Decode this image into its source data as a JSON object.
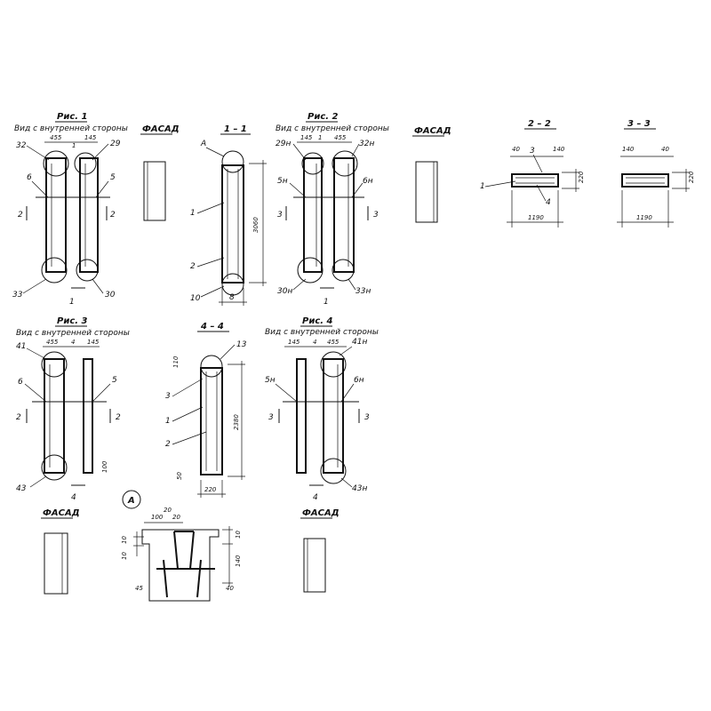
{
  "fig1": {
    "title": "Рис. 1",
    "subtitle": "Вид с внутренней стороны",
    "facade": "ФАСАД",
    "dims": [
      "455",
      "145",
      "1"
    ],
    "marks": [
      "32",
      "29",
      "6",
      "5",
      "2",
      "2",
      "33",
      "30",
      "1"
    ]
  },
  "sec11": {
    "title": "1 – 1",
    "marks": [
      "A",
      "1",
      "2",
      "10",
      "8"
    ],
    "height": "3060"
  },
  "fig2": {
    "title": "Рис. 2",
    "subtitle": "Вид с внутренней стороны",
    "facade": "ФАСАД",
    "dims": [
      "145",
      "1",
      "455"
    ],
    "marks": [
      "29н",
      "32н",
      "5н",
      "6н",
      "3",
      "3",
      "30н",
      "33н",
      "1"
    ]
  },
  "sec22": {
    "title": "2 – 2",
    "marks": [
      "40",
      "3",
      "140",
      "1",
      "4"
    ],
    "width": "1190",
    "depth": "220"
  },
  "sec33": {
    "title": "3 – 3",
    "marks": [
      "140",
      "40"
    ],
    "width": "1190",
    "depth": "220"
  },
  "fig3": {
    "title": "Рис. 3",
    "subtitle": "Вид с внутренней стороны",
    "facade": "ФАСАД",
    "dims": [
      "455",
      "4",
      "145"
    ],
    "marks": [
      "41",
      "6",
      "5",
      "2",
      "2",
      "43",
      "4"
    ],
    "side_dim": "100"
  },
  "sec44": {
    "title": "4 – 4",
    "marks": [
      "13",
      "3",
      "1",
      "2"
    ],
    "height": "2380",
    "top_dim": "110",
    "bottom_dim": "50",
    "width": "220"
  },
  "fig4": {
    "title": "Рис. 4",
    "subtitle": "Вид с внутренней стороны",
    "facade": "ФАСАД",
    "dims": [
      "145",
      "4",
      "455"
    ],
    "marks": [
      "41н",
      "5н",
      "6н",
      "3",
      "3",
      "43н",
      "4"
    ]
  },
  "nodeA": {
    "label": "A",
    "dims": [
      "100",
      "20",
      "20",
      "10",
      "10",
      "10",
      "140",
      "40",
      "45"
    ]
  }
}
